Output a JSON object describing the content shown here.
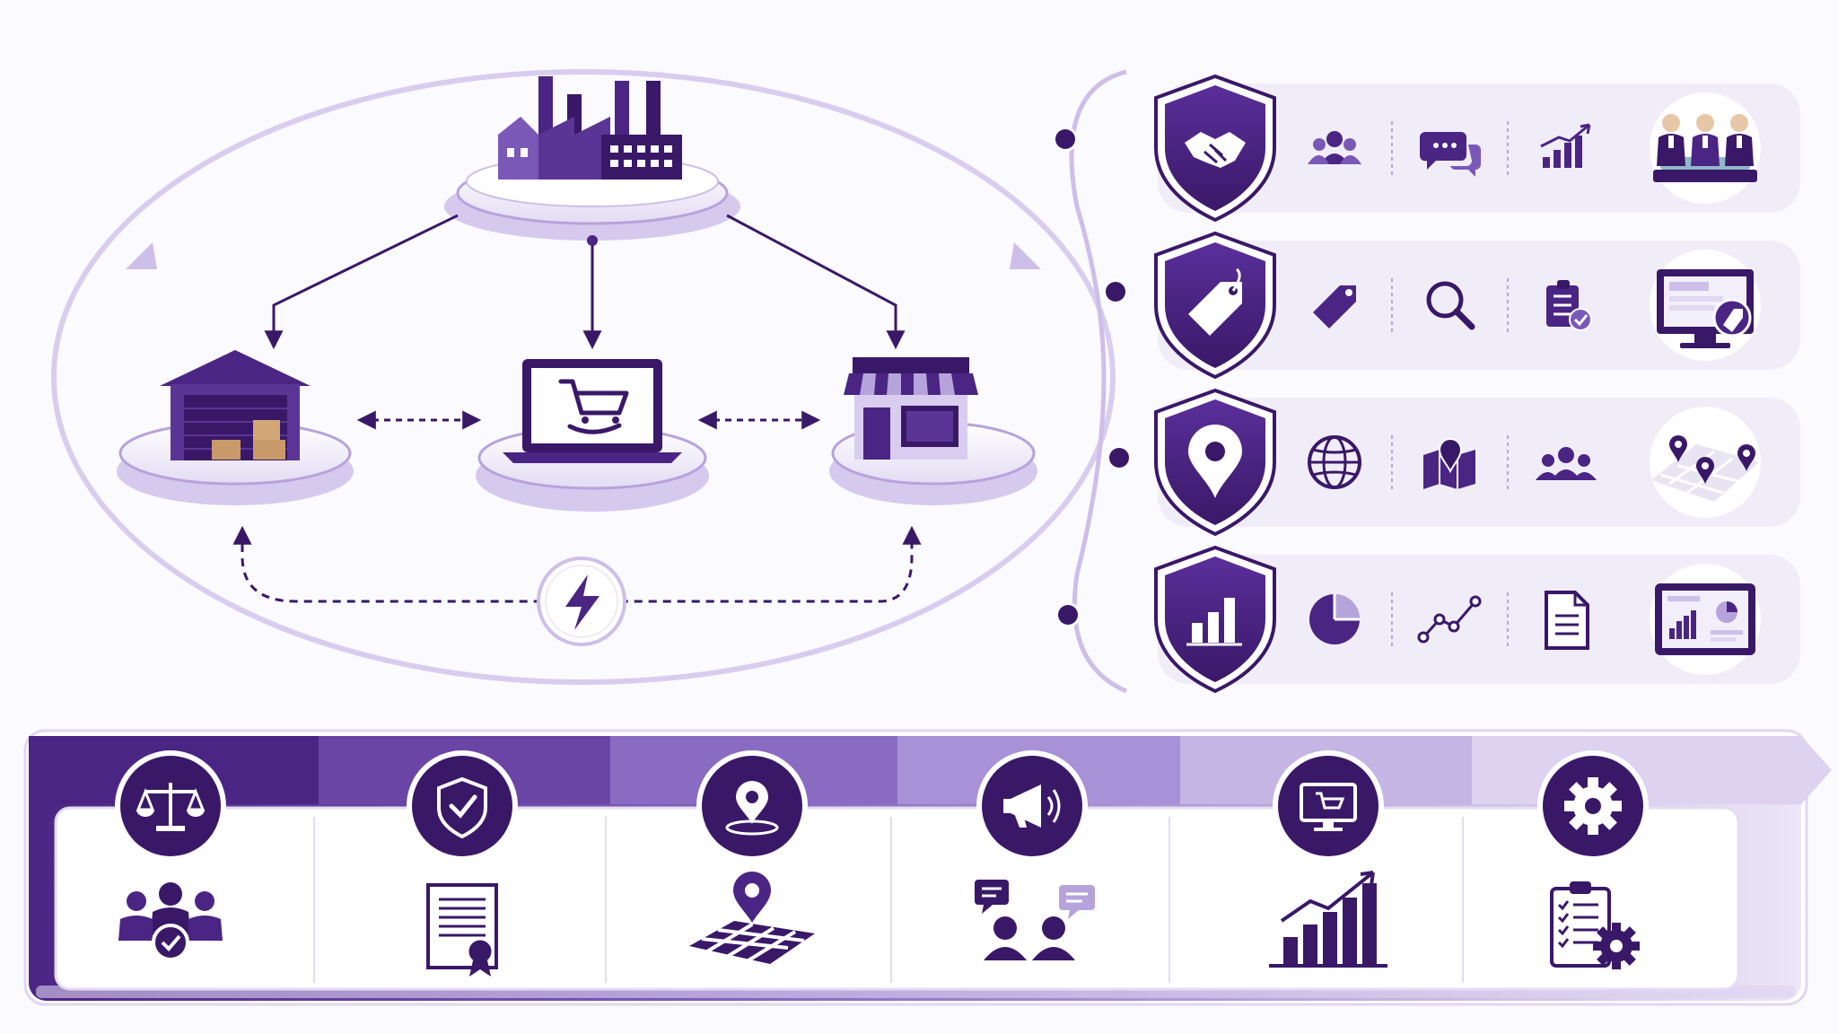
{
  "colors": {
    "primary": "#4b2584",
    "deep": "#3a1868",
    "mid": "#7a58b8",
    "light": "#b6a3dc",
    "pale": "#ece6f7",
    "panel": "#f1edf8",
    "background": "#fbfaff"
  },
  "hub": {
    "top_node": {
      "name": "factory",
      "icon": "factory-icon"
    },
    "nodes": [
      {
        "name": "warehouse",
        "icon": "warehouse-icon"
      },
      {
        "name": "online-store",
        "icon": "laptop-cart-icon"
      },
      {
        "name": "retail-store",
        "icon": "storefront-icon"
      }
    ],
    "center_badge": {
      "icon": "lightning-icon"
    }
  },
  "rows": [
    {
      "shield_icon": "handshake-icon",
      "icons": [
        "users-icon",
        "chat-bubbles-icon",
        "growth-chart-icon"
      ],
      "picture": "business-meeting-icon"
    },
    {
      "shield_icon": "price-tag-icon",
      "icons": [
        "tag-icon",
        "magnifier-icon",
        "checklist-icon"
      ],
      "picture": "monitor-tag-icon"
    },
    {
      "shield_icon": "location-pin-icon",
      "icons": [
        "globe-icon",
        "map-pin-icon",
        "group-icon"
      ],
      "picture": "city-map-icon"
    },
    {
      "shield_icon": "bar-chart-icon",
      "icons": [
        "pie-chart-icon",
        "line-trend-icon",
        "document-icon"
      ],
      "picture": "tablet-dashboard-icon"
    }
  ],
  "stages": [
    {
      "badge_icon": "scales-icon",
      "bottom_icon": "approved-team-icon"
    },
    {
      "badge_icon": "shield-check-icon",
      "bottom_icon": "certificate-icon"
    },
    {
      "badge_icon": "location-icon",
      "bottom_icon": "map-grid-pin-icon"
    },
    {
      "badge_icon": "megaphone-icon",
      "bottom_icon": "conversation-icon"
    },
    {
      "badge_icon": "monitor-cart-icon",
      "bottom_icon": "growth-bars-icon"
    },
    {
      "badge_icon": "gear-icon",
      "bottom_icon": "clipboard-gear-icon"
    }
  ]
}
